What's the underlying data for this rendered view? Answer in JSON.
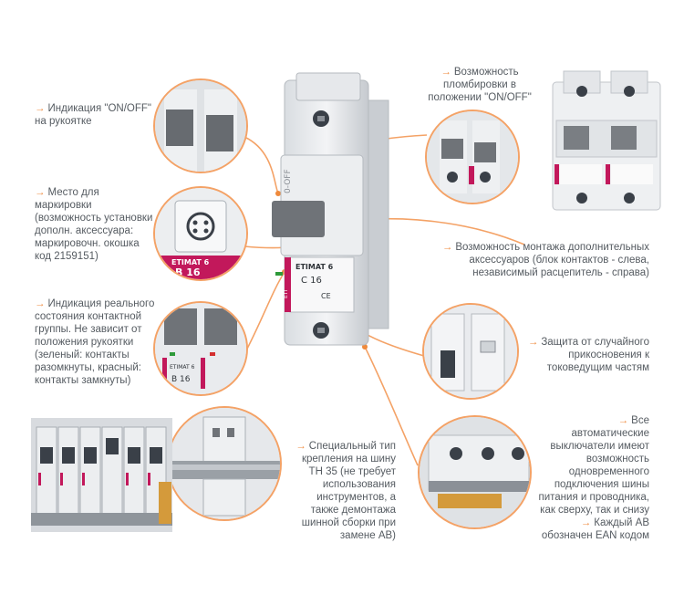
{
  "arrow_glyph": "→",
  "callouts": {
    "handle_indication": "Индикация \"ON/OFF\" на рукоятке",
    "marking_place": "Место для маркировки (возможность установки дополн. аксессуара: маркировочн. окошка код 2159151)",
    "contact_indication": "Индикация реального состояния контактной группы. Не зависит от положения рукоятки (зеленый: контакты разомкнуты, красный: контакты замкнуты)",
    "sealing": "Возможность пломбировки в положении \"ON/OFF\"",
    "accessories": "Возможность монтажа дополнительных аксессуаров (блок контактов - слева, независимый расцепитель - справа)",
    "touch_protection": "Защита от случайного прикосновения к токоведущим частям",
    "busbar_connection": "Все автоматические выключатели имеют возможность одновременного подключения шины питания и проводника, как сверху, так и снизу",
    "ean_code": "Каждый АВ обозначен EAN кодом",
    "din_mounting": "Специальный тип крепления на шину TH 35 (не требует использования инструментов, а также демонтажа шинной сборки при замене АВ)"
  },
  "device": {
    "brand": "ETIMAT 6",
    "rating": "C 16",
    "handle_label": "0-OFF",
    "logo": "ETI",
    "ce": "CE"
  },
  "zoom_labels": {
    "marking_model": "ETIMAT 6",
    "marking_rating": "B 16",
    "contact_model": "ETIMAT 6",
    "contact_rating": "B 16"
  },
  "colors": {
    "accent": "#ef8a3c",
    "leader": "#f4a266",
    "text": "#555b61",
    "brand_pink": "#c2185b",
    "handle_gray": "#6f7378"
  }
}
